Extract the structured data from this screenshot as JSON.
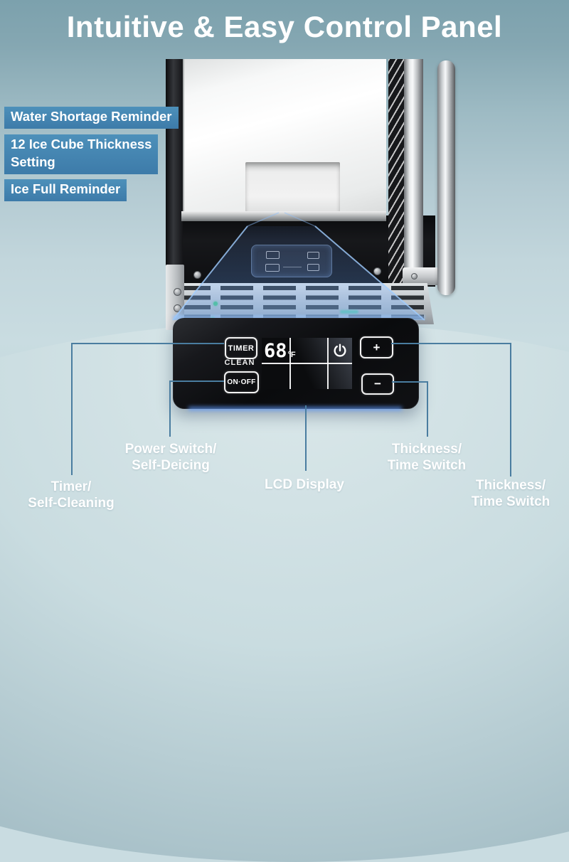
{
  "header": {
    "title": "Intuitive & Easy Control Panel"
  },
  "feature_badges": [
    {
      "lines": [
        "Water Shortage Reminder"
      ]
    },
    {
      "lines": [
        "12 Ice Cube Thickness",
        "Setting"
      ]
    },
    {
      "lines": [
        "Ice Full Reminder"
      ]
    }
  ],
  "control_panel": {
    "timer_button": {
      "label": "TIMER",
      "sublabel": "CLEAN"
    },
    "power_button": {
      "label": "ON·OFF"
    },
    "plus_button": {
      "label": "+"
    },
    "minus_button": {
      "label": "−"
    },
    "display": {
      "temperature": "68",
      "unit": "°F"
    }
  },
  "icons": {
    "display_power": "power-icon"
  },
  "callouts": {
    "timer": {
      "lines": [
        "Timer/",
        "Self-Cleaning"
      ]
    },
    "power_switch": {
      "lines": [
        "Power Switch/",
        "Self-Deicing"
      ]
    },
    "lcd": {
      "lines": [
        "LCD Display"
      ]
    },
    "thickness_minus": {
      "lines": [
        "Thickness/",
        "Time Switch"
      ]
    },
    "thickness_plus": {
      "lines": [
        "Thickness/",
        "Time Switch"
      ]
    }
  },
  "colors": {
    "title_text": "#ffffff",
    "top_band": "#7ca1ad",
    "background_light": "#c9dce1",
    "badge_blue": "#4485b0",
    "callout_line": "#4a7da0",
    "beam_blue": "#6aa4ff",
    "panel_black": "#101114",
    "led_green": "#3fc478"
  }
}
